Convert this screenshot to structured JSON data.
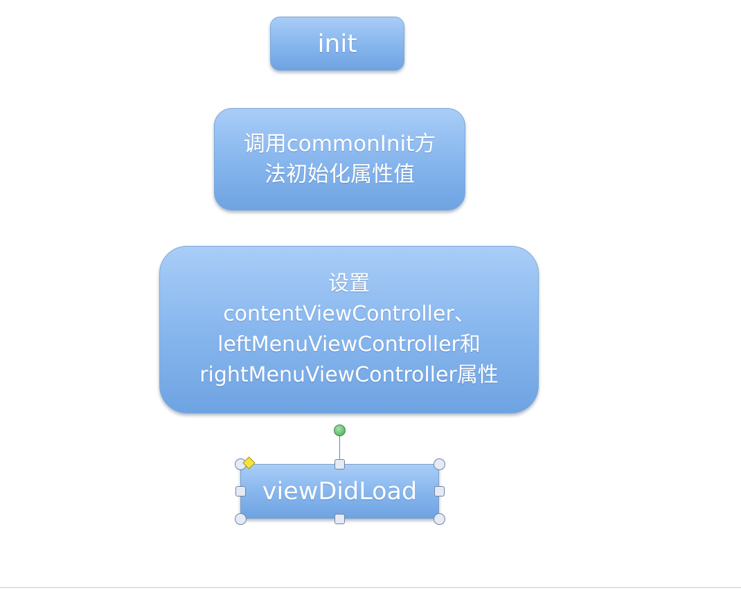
{
  "diagram": {
    "nodes": [
      {
        "id": "init",
        "lines": [
          "init"
        ]
      },
      {
        "id": "common",
        "lines": [
          "调用commonInit方",
          "法初始化属性值"
        ]
      },
      {
        "id": "set",
        "lines": [
          "设置",
          "contentViewController、",
          "leftMenuViewController和",
          "rightMenuViewController属性"
        ]
      },
      {
        "id": "vdl",
        "lines": [
          "viewDidLoad"
        ],
        "selected": true
      }
    ]
  },
  "colors": {
    "node_fill_top": "#a9cdf7",
    "node_fill_bottom": "#6ea3e2",
    "node_border": "#7ea8d8",
    "rotate_handle": "#5fb86a",
    "adjust_handle": "#f4e43a"
  },
  "icons": {
    "rotate_handle": "rotate-handle-icon",
    "adjust_handle": "adjust-handle-icon",
    "resize_handle": "resize-handle-icon"
  }
}
